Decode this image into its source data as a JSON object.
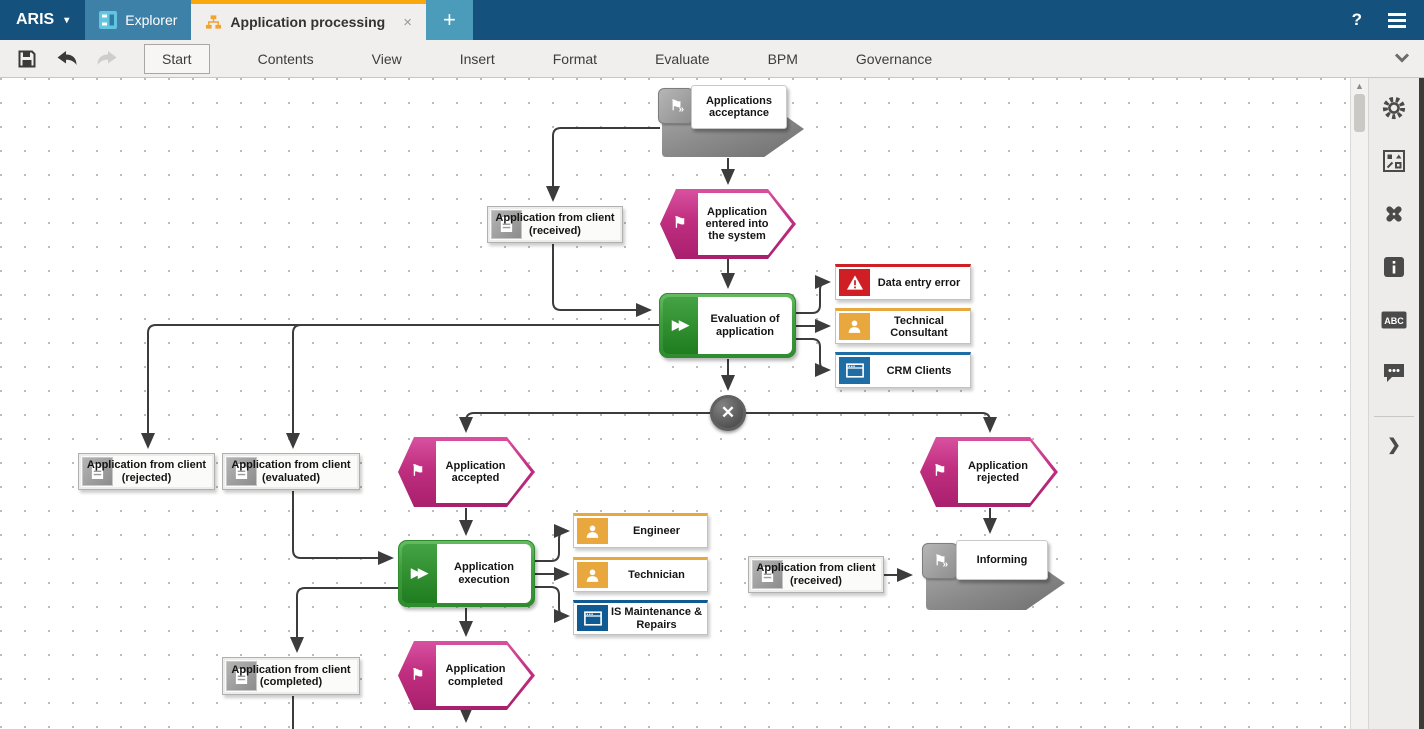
{
  "app": {
    "brand": "ARIS",
    "brand_caret": "▾",
    "tabs": [
      {
        "label": "Explorer"
      },
      {
        "label": "Application processing"
      }
    ],
    "close_glyph": "×",
    "new_tab_glyph": "+",
    "help_glyph": "?"
  },
  "toolbar": {
    "menus": [
      "Start",
      "Contents",
      "View",
      "Insert",
      "Format",
      "Evaluate",
      "BPM",
      "Governance"
    ],
    "selected": "Start"
  },
  "sidebar": {
    "icons": [
      "settings-icon",
      "symbols-icon",
      "fragments-icon",
      "info-icon",
      "spellcheck-icon",
      "comments-icon"
    ],
    "spellcheck_label": "ABC",
    "collapse_glyph": "❯"
  },
  "colors": {
    "header": "#14517c",
    "tab_explorer": "#3e81a8",
    "tab_new": "#4b9cba",
    "accent_orange": "#f9a70b",
    "event_pink": "#c02e80",
    "function_green": "#3fa03f",
    "risk_red": "#cf1f25",
    "role_orange": "#e9a83d",
    "system_blue": "#1f6da5",
    "system_blue_dark": "#0f5a92",
    "interface_gray": "#8b8b8b"
  },
  "diagram": {
    "flag_glyph": "⚑",
    "function_glyph": "▶▶",
    "nodes": [
      {
        "type": "process-interface",
        "label": "Applications acceptance"
      },
      {
        "type": "document",
        "label": "Application from client (received)"
      },
      {
        "type": "event",
        "label": "Application entered into the system"
      },
      {
        "type": "function",
        "label": "Evaluation of application"
      },
      {
        "type": "risk",
        "label": "Data entry error"
      },
      {
        "type": "role",
        "label": "Technical Consultant"
      },
      {
        "type": "system",
        "label": "CRM Clients"
      },
      {
        "type": "xor",
        "label": "✕"
      },
      {
        "type": "event",
        "label": "Application accepted"
      },
      {
        "type": "event",
        "label": "Application rejected"
      },
      {
        "type": "document",
        "label": "Application from client (rejected)"
      },
      {
        "type": "document",
        "label": "Application from client (evaluated)"
      },
      {
        "type": "function",
        "label": "Application execution"
      },
      {
        "type": "role",
        "label": "Engineer"
      },
      {
        "type": "role",
        "label": "Technician"
      },
      {
        "type": "system",
        "label": "IS Maintenance & Repairs"
      },
      {
        "type": "document",
        "label": "Application from client (received)"
      },
      {
        "type": "process-interface",
        "label": "Informing"
      },
      {
        "type": "document",
        "label": "Application from client (completed)"
      },
      {
        "type": "event",
        "label": "Application completed"
      }
    ]
  }
}
